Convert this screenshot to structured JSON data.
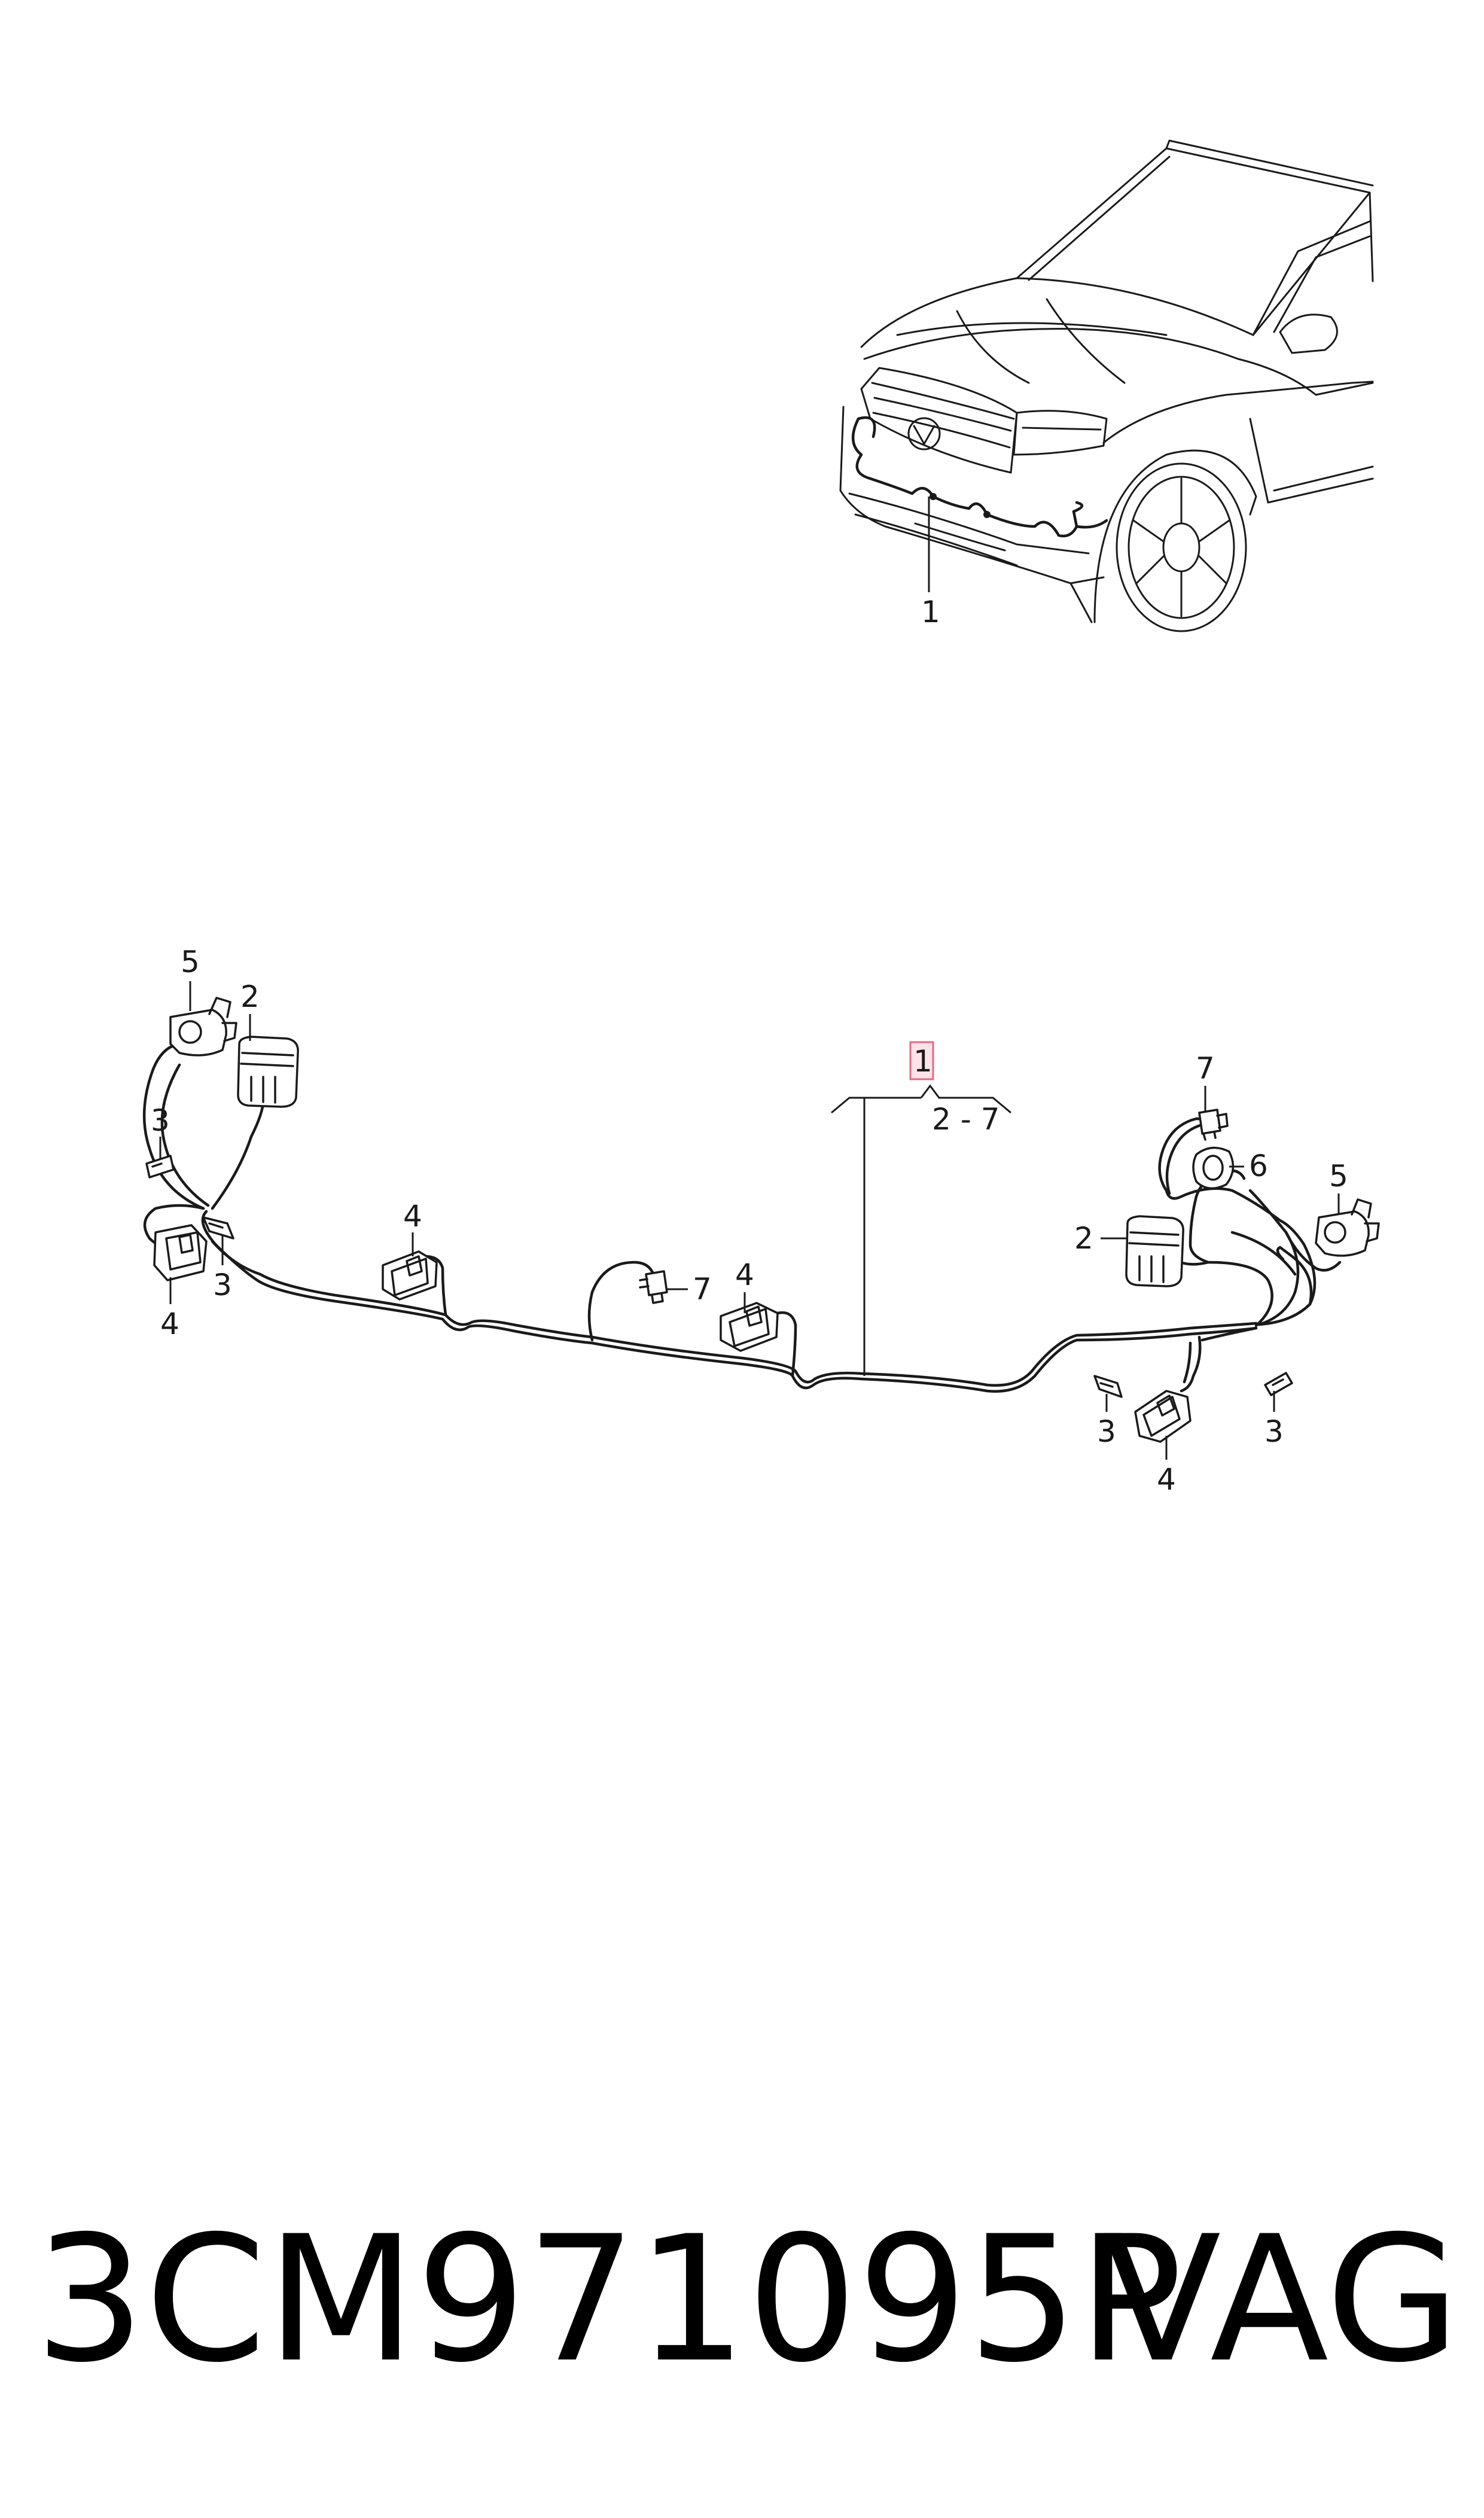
{
  "callouts": {
    "overview_harness": "1",
    "highlighted_group": "1",
    "group_range": "2 - 7",
    "left_clip_top": "5",
    "left_connector_top": "2",
    "left_bracket_a": "3",
    "left_bracket_b": "3",
    "left_sensor_low": "4",
    "mid_sensor_left": "4",
    "mid_plug": "7",
    "mid_sensor_right": "4",
    "right_plug": "7",
    "right_grommet": "6",
    "right_clip": "5",
    "right_connector": "2",
    "right_bracket_a": "3",
    "right_bracket_b": "3",
    "right_sensor_low": "4"
  },
  "footer": {
    "part_number": "3CM971095P",
    "brand": "VAG"
  },
  "colors": {
    "ink": "#1a1a1a",
    "highlight_fill": "#fde3e8",
    "highlight_stroke": "#e46a86"
  }
}
